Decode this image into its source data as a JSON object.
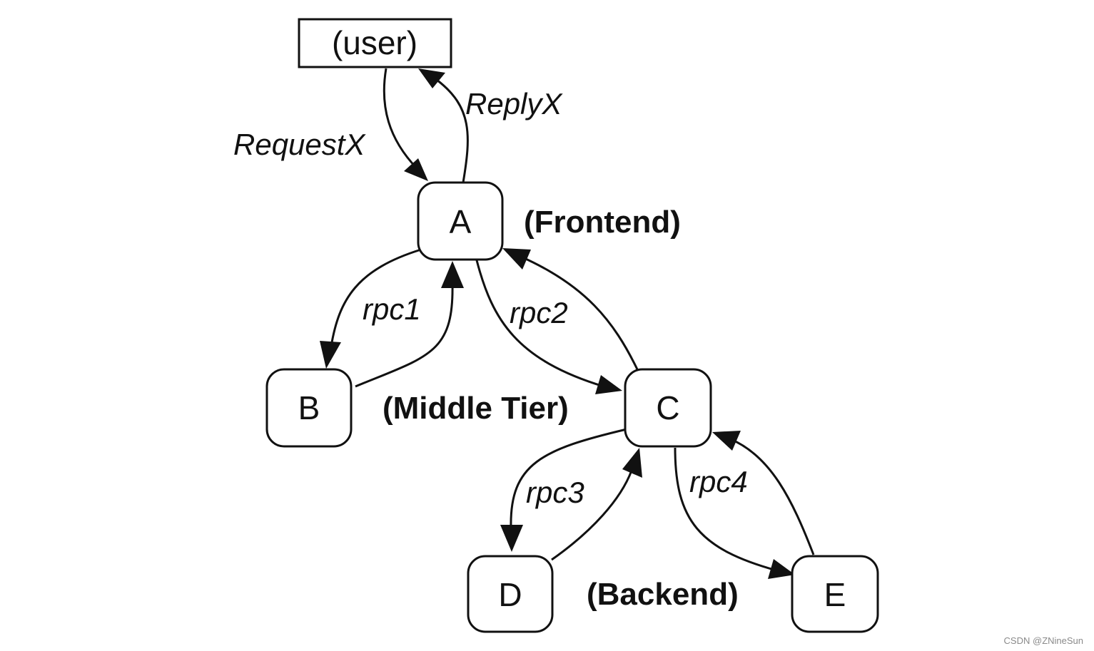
{
  "nodes": {
    "user": "(user)",
    "a": "A",
    "b": "B",
    "c": "C",
    "d": "D",
    "e": "E"
  },
  "tiers": {
    "frontend": "(Frontend)",
    "middle": "(Middle Tier)",
    "backend": "(Backend)"
  },
  "edges": {
    "request": "RequestX",
    "reply": "ReplyX",
    "rpc1": "rpc1",
    "rpc2": "rpc2",
    "rpc3": "rpc3",
    "rpc4": "rpc4"
  },
  "watermark": "CSDN @ZNineSun"
}
